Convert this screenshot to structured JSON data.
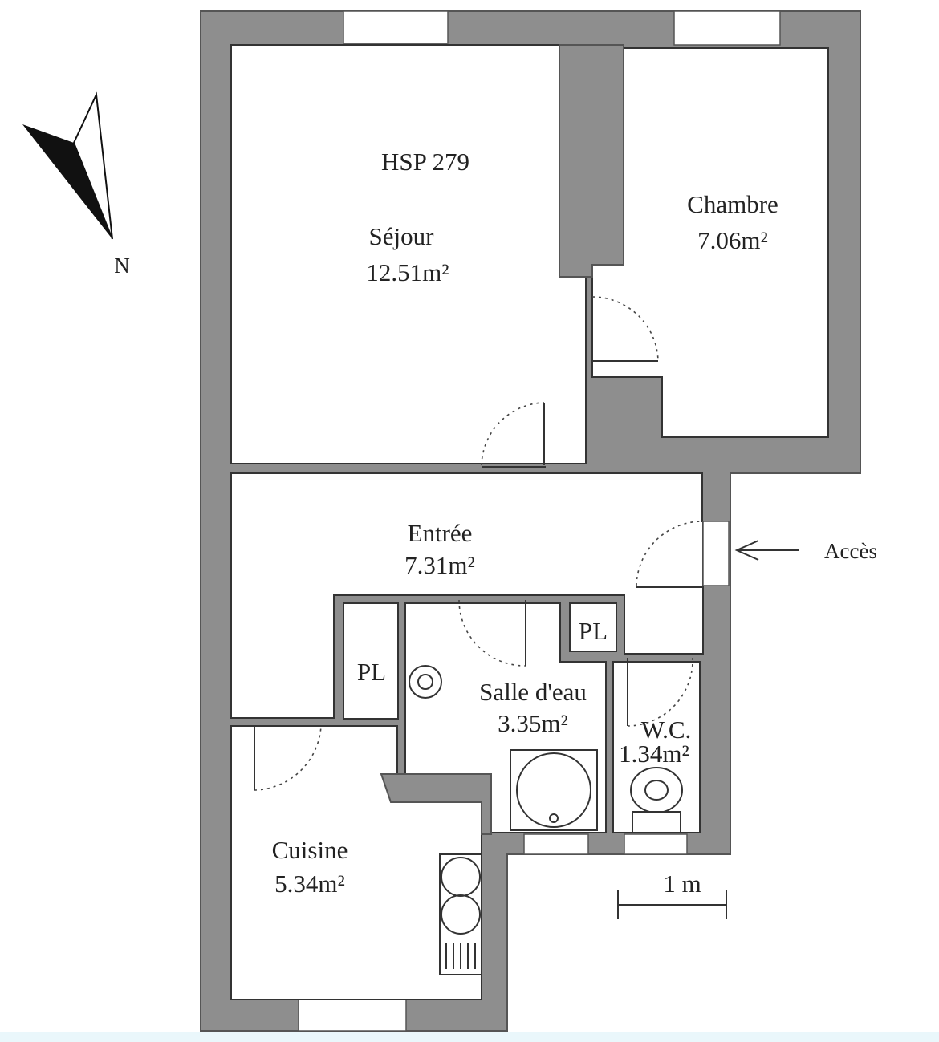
{
  "plan": {
    "code": "HSP 279",
    "rooms": {
      "sejour": {
        "name": "Séjour",
        "area": "12.51m²"
      },
      "chambre": {
        "name": "Chambre",
        "area": "7.06m²"
      },
      "entree": {
        "name": "Entrée",
        "area": "7.31m²"
      },
      "salle_eau": {
        "name": "Salle d'eau",
        "area": "3.35m²"
      },
      "wc": {
        "name": "W.C.",
        "area": "1.34m²"
      },
      "cuisine": {
        "name": "Cuisine",
        "area": "5.34m²"
      },
      "placard_left": {
        "name": "PL"
      },
      "placard_right": {
        "name": "PL"
      }
    },
    "access_label": "Accès",
    "compass_label": "N",
    "scale_label": "1 m"
  },
  "colors": {
    "wall": "#8e8e8e",
    "room": "#ffffff",
    "line": "#333333"
  }
}
